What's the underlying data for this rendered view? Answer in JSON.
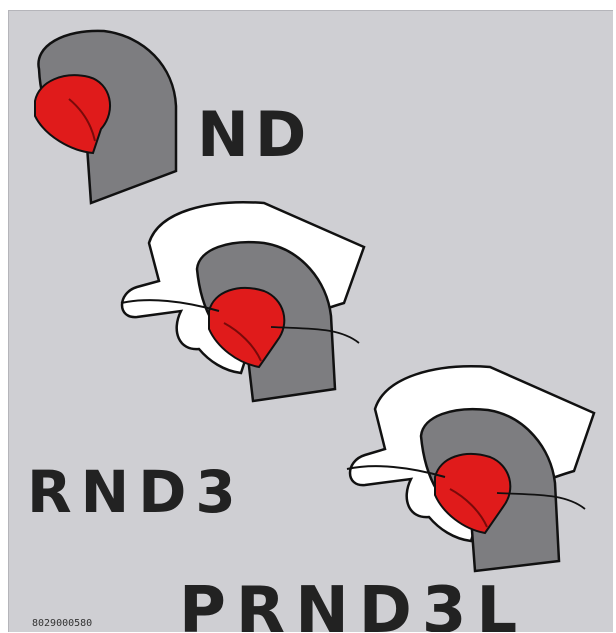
{
  "labels": {
    "nd": "ND",
    "rnd3": "RND3",
    "prnd3l": "PRND3L",
    "ref_code": "8029000580"
  },
  "colors": {
    "background": "#cfcfd3",
    "knob": "#7d7d80",
    "button": "#e01b1b",
    "hand": "#ffffff",
    "outline": "#111111",
    "text": "#222222"
  },
  "icons": [
    "shift-knob-icon",
    "release-button-icon",
    "hand-icon"
  ]
}
